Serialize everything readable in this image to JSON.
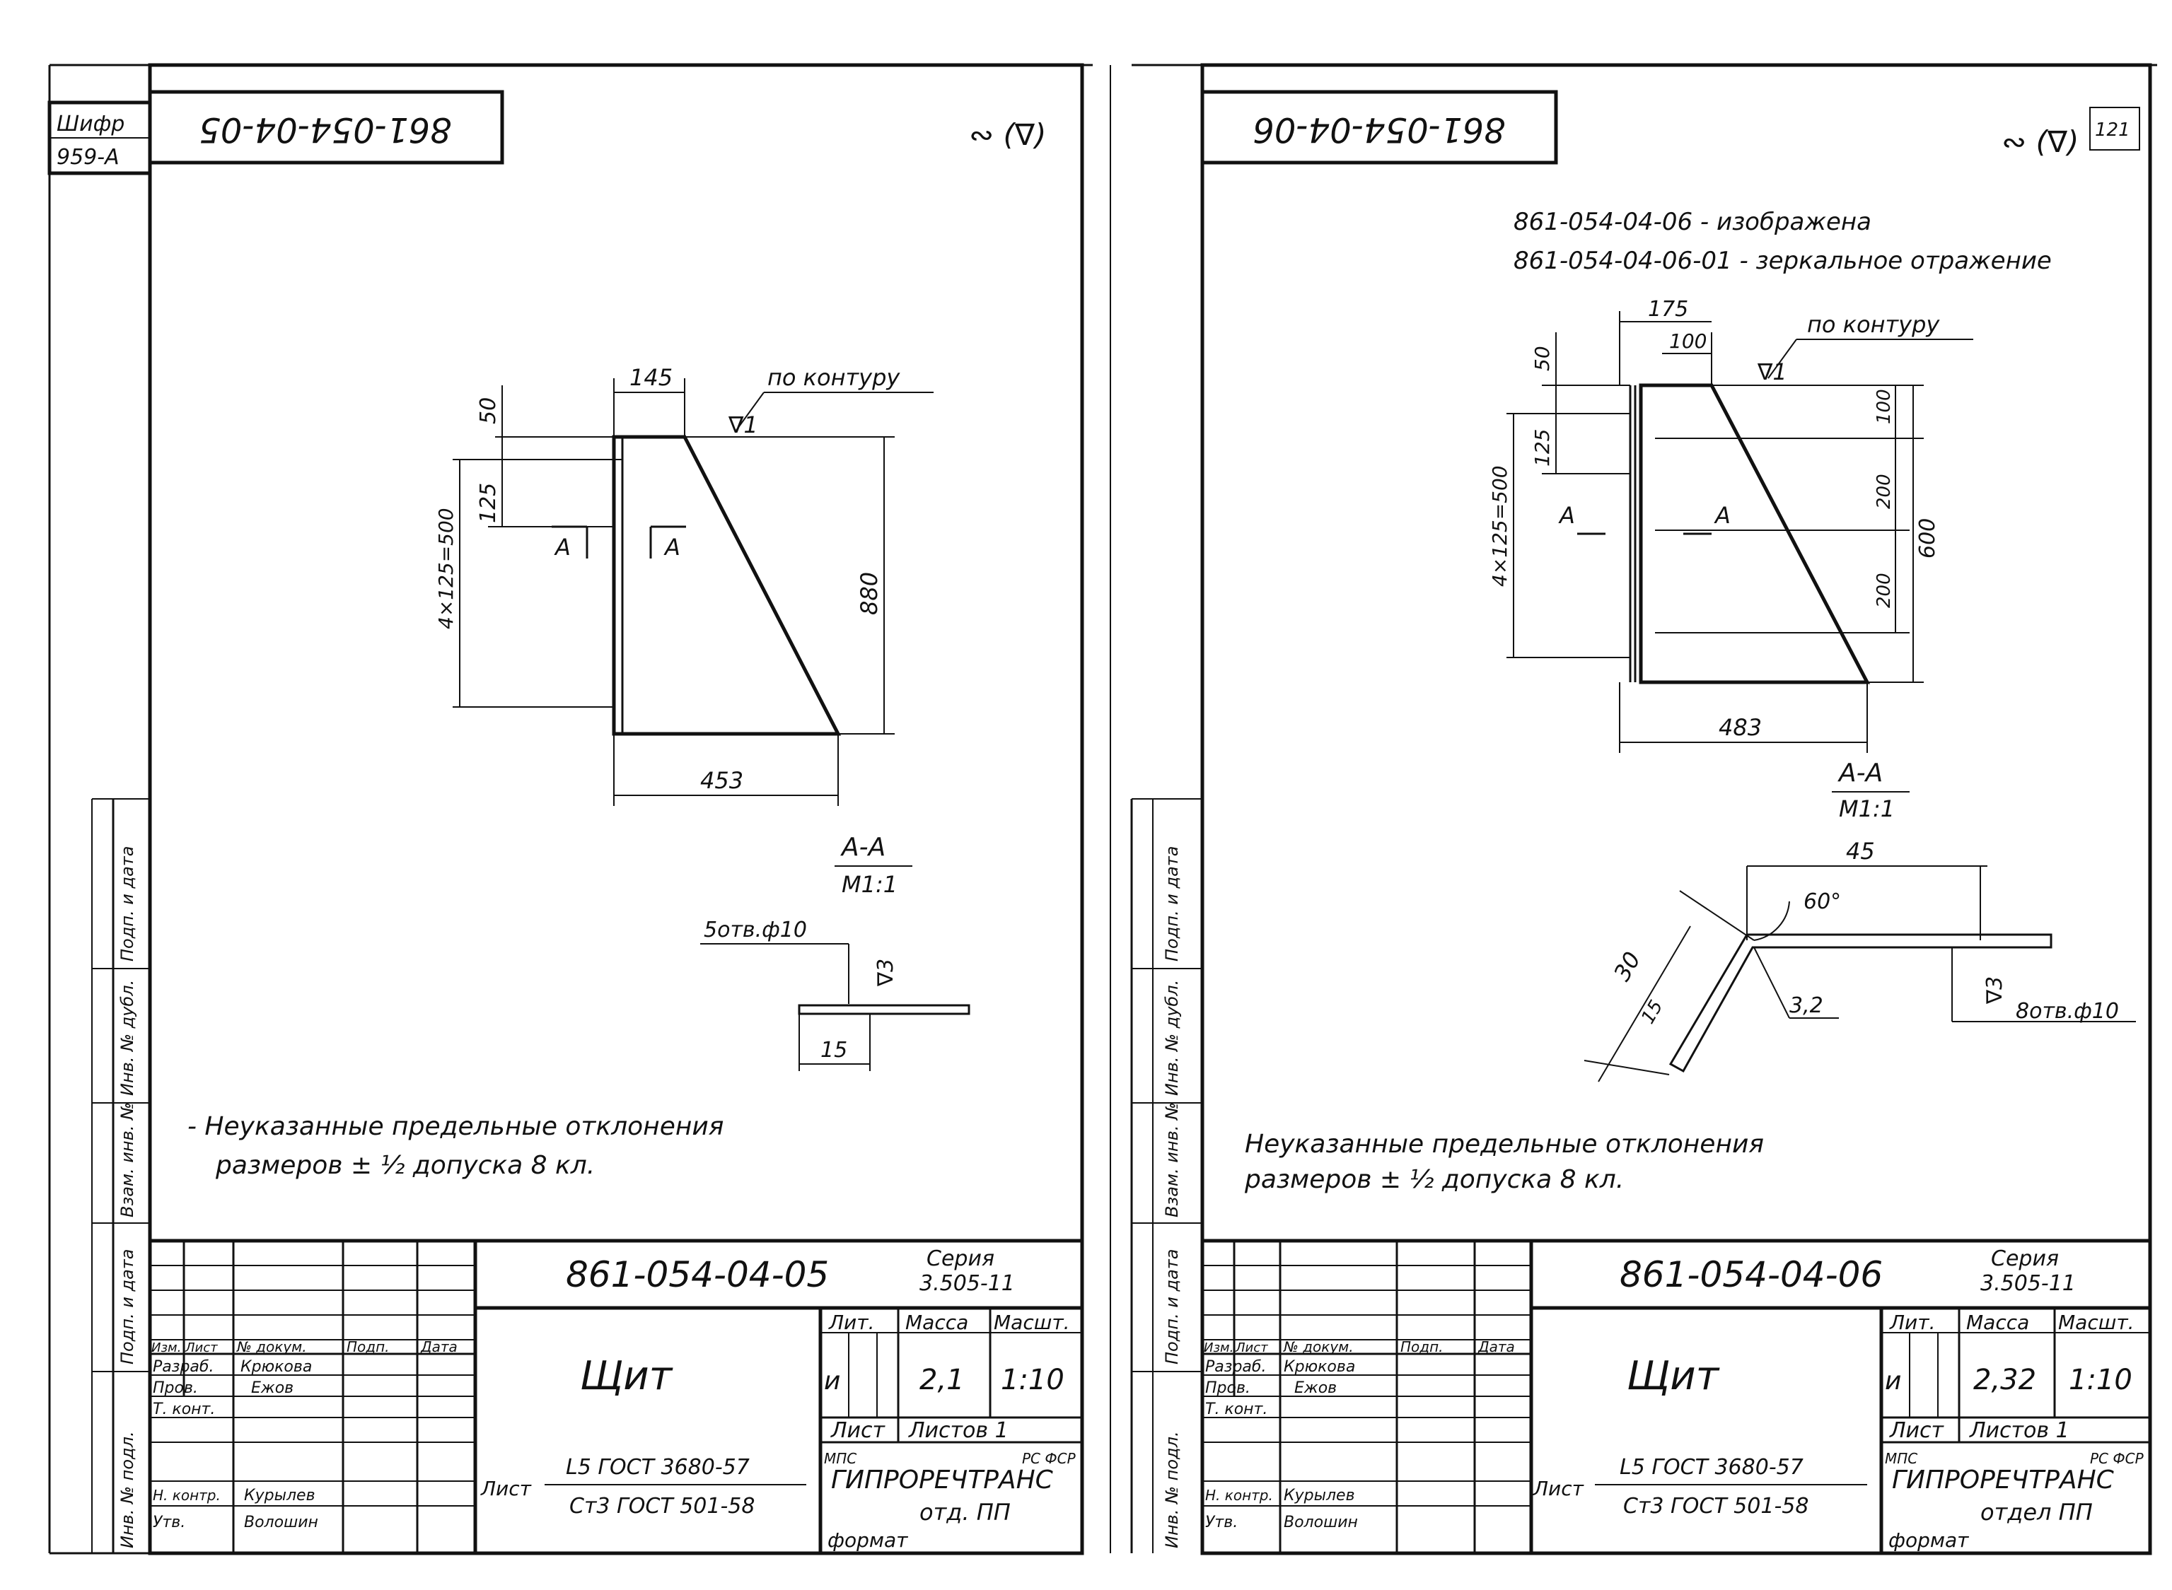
{
  "left_sheet": {
    "cipher_label": "Шифр",
    "cipher_value": "959-А",
    "stamp_upside_down": "861-054-04-05",
    "roughness_mark": "∾ (∇)",
    "dims": {
      "top_width": "145",
      "bottom_width": "453",
      "height": "880",
      "top_offset": "50",
      "holes": "125",
      "hole_pitch": "4×125=500"
    },
    "contour_note": "по контуру",
    "contour_roughness": "∇1",
    "section_label": "А",
    "section_title": "А-А",
    "section_scale": "М1:1",
    "holes_note": "5отв.ф10",
    "section_roughness": "∇3",
    "section_dim": "15",
    "note_line1": "- Неуказанные предельные отклонения",
    "note_line2": "размеров ± ½ допуска 8 кл.",
    "doc_code": "861-054-04-05",
    "series_label": "Серия",
    "series_value": "3.505-11",
    "title": "Щит",
    "lit_header": "Лит.",
    "mass_header": "Масса",
    "scale_header": "Масшт.",
    "lit_value": "и",
    "mass_value": "2,1",
    "scale_value": "1:10",
    "sheet_label": "Лист",
    "sheets_label": "Листов 1",
    "material_top": "L5 ГОСТ 3680-57",
    "material_bottom": "Ст3 ГОСТ 501-58",
    "org_small": "МПС",
    "org_region": "РС ФСР",
    "org_name": "ГИПРОРЕЧТРАНС",
    "org_dept": "отд. ПП",
    "format_label": "формат",
    "roles": [
      "Изм.",
      "Лист",
      "№ докум.",
      "Подп.",
      "Дата"
    ],
    "people": [
      {
        "role": "Разраб.",
        "name": "Крюкова"
      },
      {
        "role": "Пров.",
        "name": "Ежов"
      },
      {
        "role": "Т. конт.",
        "name": ""
      },
      {
        "role": "Н. контр.",
        "name": "Курылев"
      },
      {
        "role": "Утв.",
        "name": "Волошин"
      }
    ],
    "side_labels": [
      "Подп. и дата",
      "Инв. № дубл.",
      "Взам. инв. №",
      "Подп. и дата",
      "Инв. № подл."
    ]
  },
  "right_sheet": {
    "stamp_upside_down": "861-054-04-06",
    "roughness_mark": "∾ (∇)",
    "page_number": "121",
    "note_shown": "861-054-04-06 - изображена",
    "note_mirror": "861-054-04-06-01 - зеркальное отражение",
    "dims": {
      "top_overall": "175",
      "top_width": "100",
      "top_offset": "50",
      "holes": "125",
      "hole_pitch": "4×125=500",
      "seg1": "100",
      "seg2": "200",
      "seg3": "200",
      "height": "600",
      "bottom_width": "483"
    },
    "contour_note": "по контуру",
    "contour_roughness": "∇1",
    "section_label": "А",
    "section_title": "А-А",
    "section_scale": "М1:1",
    "angle": "60°",
    "section_width": "45",
    "leg_length": "30",
    "leg_hole": "15",
    "thickness": "3,2",
    "section_roughness": "∇3",
    "holes_note": "8отв.ф10",
    "note_line1": "Неуказанные предельные отклонения",
    "note_line2": "размеров ± ½ допуска 8 кл.",
    "doc_code": "861-054-04-06",
    "series_label": "Серия",
    "series_value": "3.505-11",
    "title": "Щит",
    "lit_header": "Лит.",
    "mass_header": "Масса",
    "scale_header": "Масшт.",
    "lit_value": "и",
    "mass_value": "2,32",
    "scale_value": "1:10",
    "sheet_label": "Лист",
    "sheets_label": "Листов 1",
    "material_top": "L5 ГОСТ 3680-57",
    "material_bottom": "Ст3 ГОСТ 501-58",
    "org_small": "МПС",
    "org_region": "РС ФСР",
    "org_name": "ГИПРОРЕЧТРАНС",
    "org_dept": "отдел ПП",
    "format_label": "формат",
    "roles": [
      "Изм.",
      "Лист",
      "№ докум.",
      "Подп.",
      "Дата"
    ],
    "people": [
      {
        "role": "Разраб.",
        "name": "Крюкова"
      },
      {
        "role": "Пров.",
        "name": "Ежов"
      },
      {
        "role": "Т. конт.",
        "name": ""
      },
      {
        "role": "Н. контр.",
        "name": "Курылев"
      },
      {
        "role": "Утв.",
        "name": "Волошин"
      }
    ],
    "side_labels": [
      "Подп. и дата",
      "Инв. № дубл.",
      "Взам. инв. №",
      "Подп. и дата",
      "Инв. № подл."
    ]
  }
}
